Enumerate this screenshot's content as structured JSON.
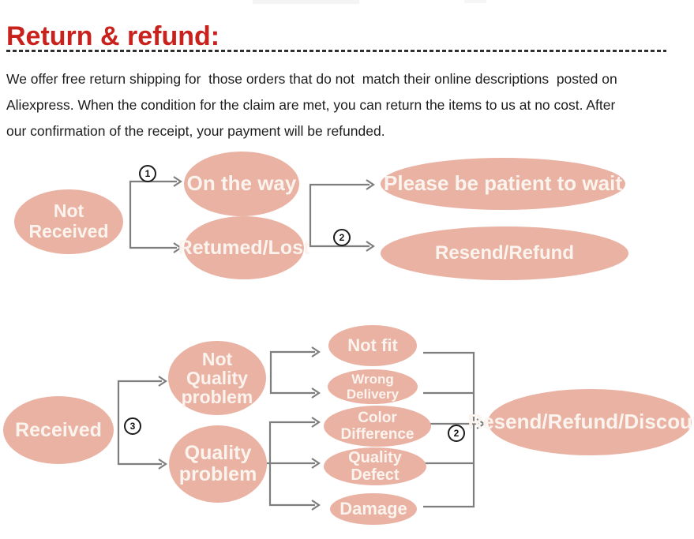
{
  "title": "Return & refund:",
  "intro": {
    "line1": "We offer free return shipping for  those orders that do not  match their online descriptions  posted on",
    "line2": "Aliexpress. When the condition for the claim are met, you can return the items to us at no cost. After",
    "line3": "our confirmation of the receipt, your payment will be refunded."
  },
  "colors": {
    "heading_red": "#c9211c",
    "ellipse_fill": "#e9b2a3",
    "ellipse_text": "#fbf4ee",
    "connector_gray": "#7e7e7e"
  },
  "flow1": {
    "not_received": "Not Received",
    "step1": "1",
    "on_the_way": "On the way",
    "returned_lost": "Retumed/Lost",
    "step2": "2",
    "please_be_patient": "Please be patient to wait",
    "resend_refund": "Resend/Refund"
  },
  "flow2": {
    "received": "Received",
    "step3": "3",
    "not_quality_problem": "Not\nQuality\nproblem",
    "quality_problem": "Quality\nproblem",
    "not_fit": "Not fit",
    "wrong_delivery": "Wrong Delivery",
    "color_difference": "Color Difference",
    "quality_defect": "Quality Defect",
    "damage": "Damage",
    "step2": "2",
    "resend_refund_discount": "Resend/Refund/Discount"
  }
}
